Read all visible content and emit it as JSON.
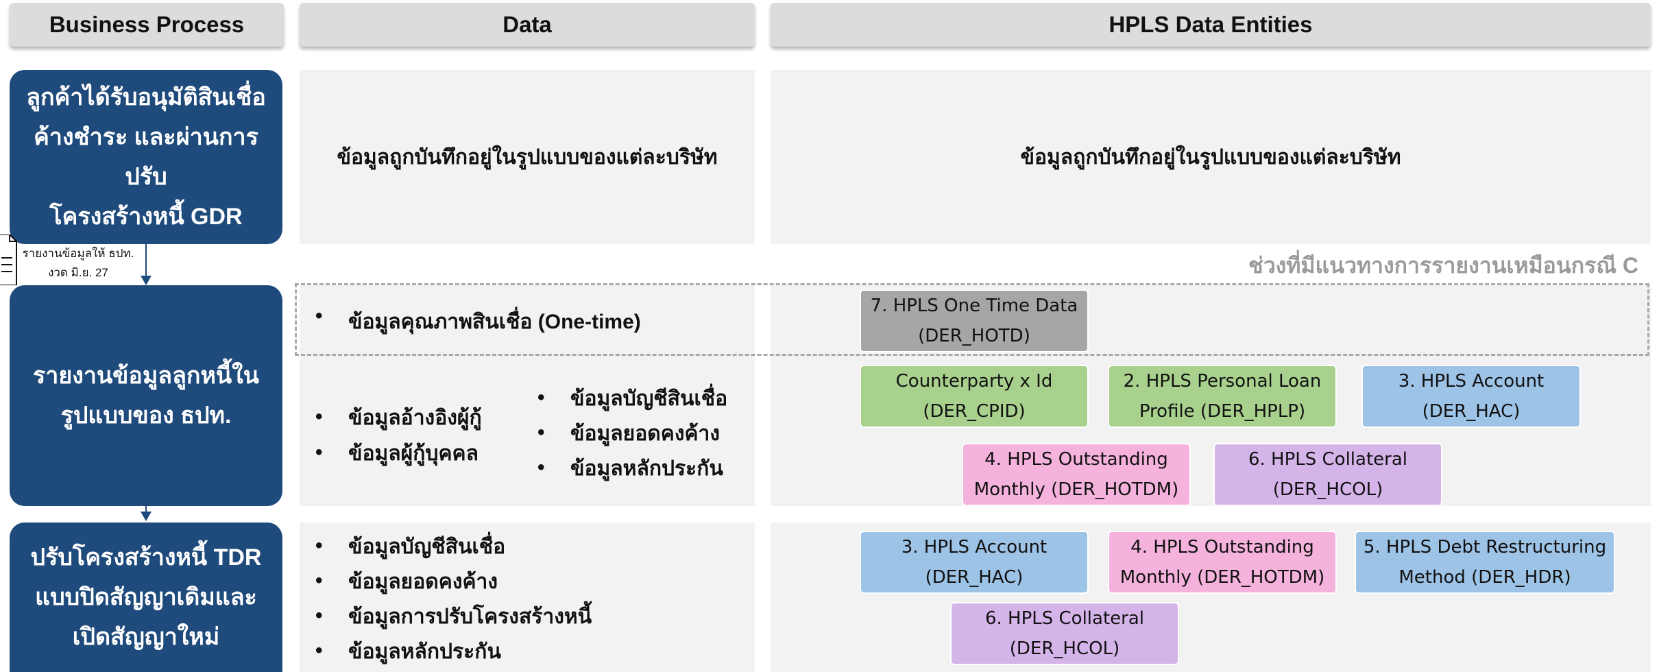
{
  "headers": {
    "business_process": "Business Process",
    "data": "Data",
    "entities": "HPLS Data Entities"
  },
  "colors": {
    "process_blue": "#1f4a7c",
    "green": "#a9d18e",
    "blue": "#9dc3e6",
    "pink": "#f4b2dc",
    "purple": "#d5b4ea",
    "gray": "#a6a6a6"
  },
  "row1": {
    "process_label": "ลูกค้าได้รับอนุมัติสินเชื่อ\nค้างชำระ และผ่านการปรับ\nโครงสร้างหนี้ GDR",
    "data_text": "ข้อมูลถูกบันทึกอยู่ในรูปแบบของแต่ละบริษัท",
    "entities_text": "ข้อมูลถูกบันทึกอยู่ในรูปแบบของแต่ละบริษัท"
  },
  "connector1": {
    "document_icon": "document-icon",
    "label_line1": "รายงานข้อมูลให้ ธปท.",
    "label_line2": "งวด มิ.ย. 27"
  },
  "note": {
    "label": "ช่วงที่มีแนวทางการรายงานเหมือนกรณี C"
  },
  "row2": {
    "process_label": "รายงานข้อมูลลูกหนี้ใน\nรูปแบบของ ธปท.",
    "one_time_item": "ข้อมูลคุณภาพสินเชื่อ (One-time)",
    "left_items": [
      "ข้อมูลอ้างอิงผู้กู้",
      "ข้อมูลผู้กู้บุคคล"
    ],
    "right_items": [
      "ข้อมูลบัญชีสินเชื่อ",
      "ข้อมูลยอดคงค้าง",
      "ข้อมูลหลักประกัน"
    ],
    "entities": [
      {
        "label": "7. HPLS One Time Data\n(DER_HOTD)",
        "color": "gray"
      },
      {
        "label": "Counterparty x Id\n(DER_CPID)",
        "color": "green"
      },
      {
        "label": "2. HPLS Personal Loan\nProfile (DER_HPLP)",
        "color": "green"
      },
      {
        "label": "3. HPLS Account\n(DER_HAC)",
        "color": "blue"
      },
      {
        "label": "4. HPLS Outstanding\nMonthly (DER_HOTDM)",
        "color": "pink"
      },
      {
        "label": "6. HPLS Collateral\n(DER_HCOL)",
        "color": "purple"
      }
    ]
  },
  "row3": {
    "process_label": "ปรับโครงสร้างหนี้ TDR\nแบบปิดสัญญาเดิมและ\nเปิดสัญญาใหม่",
    "items": [
      "ข้อมูลบัญชีสินเชื่อ",
      "ข้อมูลยอดคงค้าง",
      "ข้อมูลการปรับโครงสร้างหนี้",
      "ข้อมูลหลักประกัน"
    ],
    "entities": [
      {
        "label": "3. HPLS Account\n(DER_HAC)",
        "color": "blue"
      },
      {
        "label": "4. HPLS Outstanding\nMonthly (DER_HOTDM)",
        "color": "pink"
      },
      {
        "label": "5. HPLS Debt Restructuring\nMethod (DER_HDR)",
        "color": "blue"
      },
      {
        "label": "6. HPLS Collateral\n(DER_HCOL)",
        "color": "purple"
      }
    ]
  }
}
